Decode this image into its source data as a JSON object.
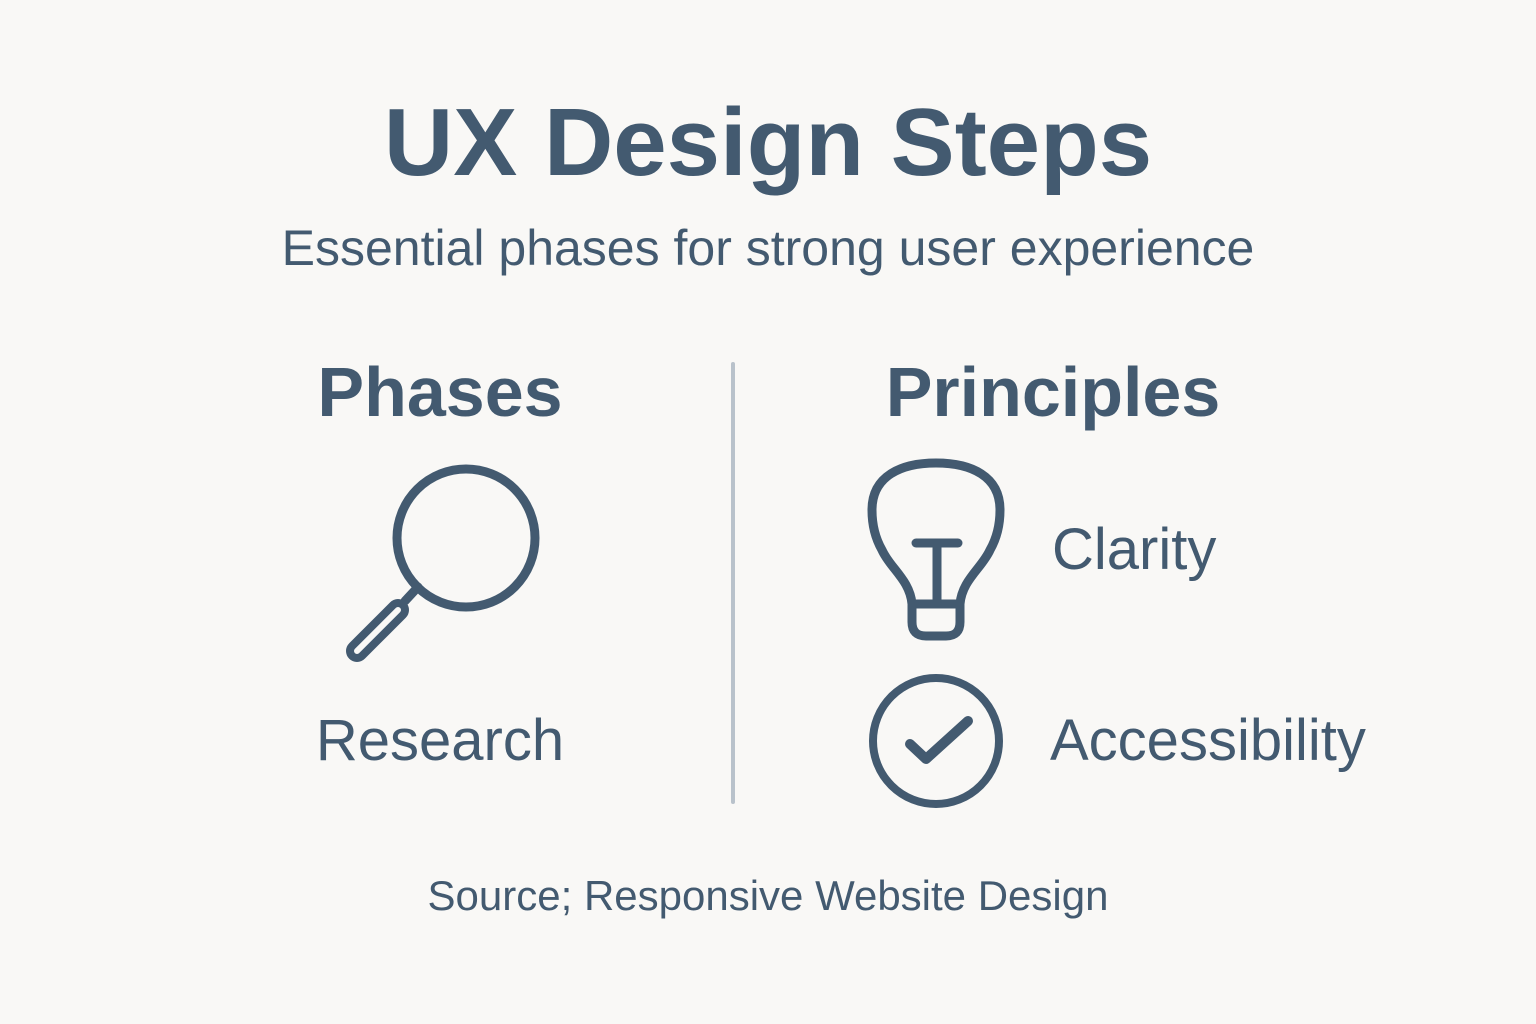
{
  "header": {
    "title": "UX Design Steps",
    "subtitle": "Essential phases for strong user experience"
  },
  "phases": {
    "heading": "Phases",
    "items": [
      {
        "label": "Research",
        "icon": "magnifying-glass-icon"
      }
    ]
  },
  "principles": {
    "heading": "Principles",
    "items": [
      {
        "label": "Clarity",
        "icon": "lightbulb-icon"
      },
      {
        "label": "Accessibility",
        "icon": "check-circle-icon"
      }
    ]
  },
  "footer": {
    "source": "Source; Responsive Website Design"
  },
  "colors": {
    "text": "#435a70",
    "background": "#f9f8f6",
    "divider": "#b9c2cb"
  }
}
